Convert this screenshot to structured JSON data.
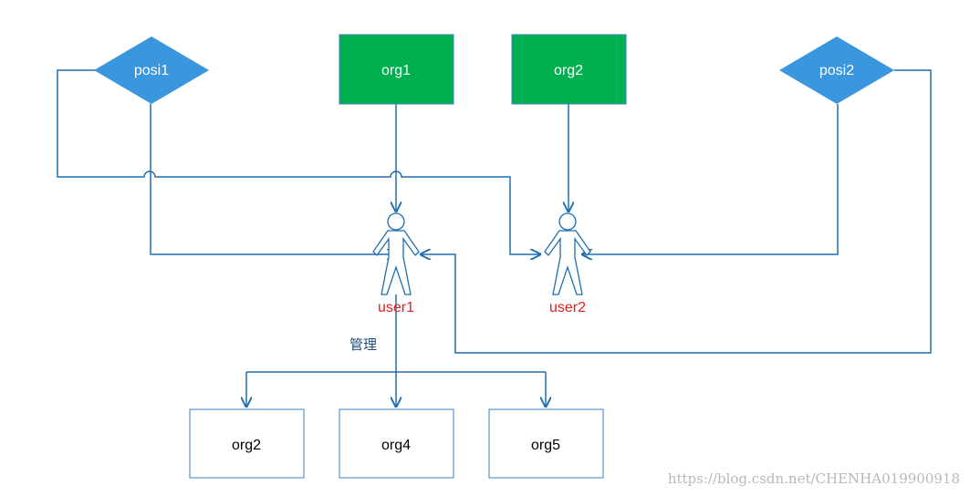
{
  "colors": {
    "line": "#1f6fb0",
    "diamond": "#3a96dd",
    "green": "#00b050",
    "box_border": "#3a7fc0",
    "user_label": "#e02020",
    "edge_label": "#1f4e79",
    "watermark": "#b8b8b8"
  },
  "nodes": {
    "posi1": "posi1",
    "posi2": "posi2",
    "org1": "org1",
    "org2_top": "org2",
    "org2_bottom": "org2",
    "org4": "org4",
    "org5": "org5"
  },
  "users": {
    "user1": "user1",
    "user2": "user2"
  },
  "edge_label": "管理",
  "watermark": "https://blog.csdn.net/CHENHA019900918"
}
